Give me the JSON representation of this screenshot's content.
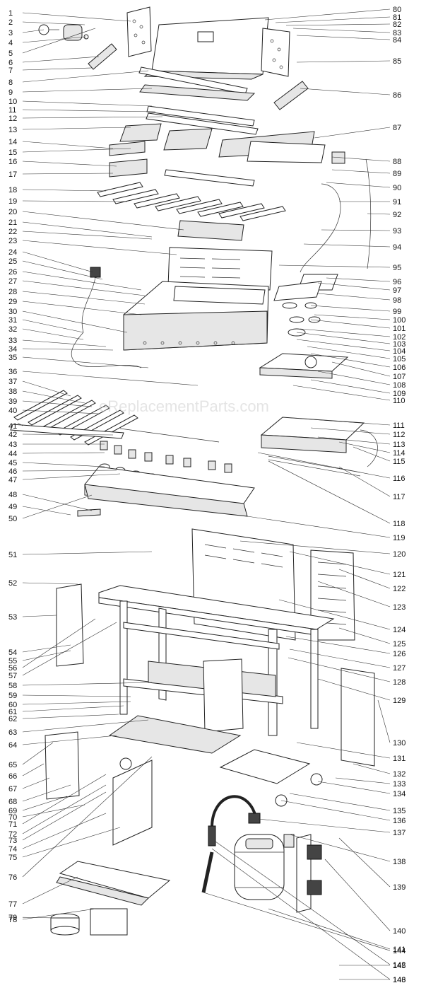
{
  "watermark": "eReplacementParts.com",
  "callouts_left": [
    "1",
    "2",
    "3",
    "4",
    "5",
    "6",
    "7",
    "8",
    "9",
    "10",
    "11",
    "12",
    "13",
    "14",
    "15",
    "16",
    "17",
    "18",
    "19",
    "20",
    "21",
    "22",
    "23",
    "24",
    "25",
    "26",
    "27",
    "28",
    "29",
    "30",
    "31",
    "32",
    "33",
    "34",
    "35",
    "36",
    "37",
    "38",
    "39",
    "40",
    "41",
    "42",
    "43",
    "44",
    "45",
    "46",
    "47",
    "48",
    "49",
    "50",
    "51",
    "52",
    "53",
    "54",
    "55",
    "56",
    "57",
    "58",
    "59",
    "60",
    "61",
    "62",
    "63",
    "64",
    "65",
    "66",
    "67",
    "68",
    "69",
    "70",
    "71",
    "72",
    "73",
    "74",
    "75",
    "76",
    "77",
    "78",
    "79"
  ],
  "callouts_right": [
    "80",
    "81",
    "82",
    "83",
    "84",
    "85",
    "86",
    "87",
    "88",
    "89",
    "90",
    "91",
    "92",
    "93",
    "94",
    "95",
    "96",
    "97",
    "98",
    "99",
    "100",
    "101",
    "102",
    "103",
    "104",
    "105",
    "106",
    "107",
    "108",
    "109",
    "110",
    "111",
    "112",
    "113",
    "114",
    "115",
    "116",
    "117",
    "118",
    "119",
    "120",
    "121",
    "122",
    "123",
    "124",
    "125",
    "126",
    "127",
    "128",
    "129",
    "130",
    "131",
    "132",
    "133",
    "134",
    "135",
    "136",
    "137",
    "138",
    "139",
    "140",
    "141",
    "142",
    "143",
    "144",
    "145",
    "146"
  ]
}
